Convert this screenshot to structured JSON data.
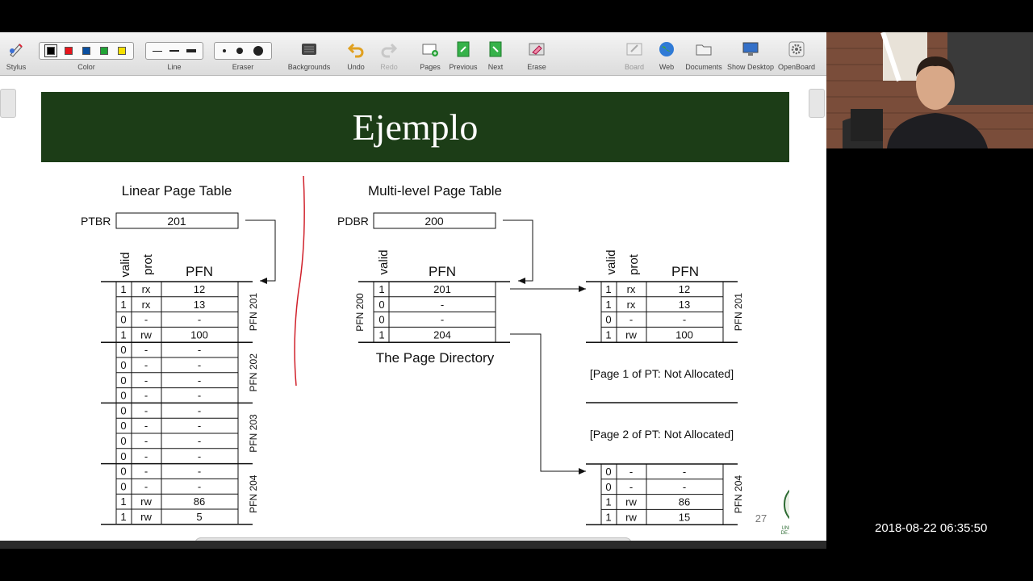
{
  "toolbar": {
    "stylus": "Stylus",
    "color": "Color",
    "line": "Line",
    "eraser": "Eraser",
    "backgrounds": "Backgrounds",
    "undo": "Undo",
    "redo": "Redo",
    "pages": "Pages",
    "previous": "Previous",
    "next": "Next",
    "erase": "Erase",
    "board": "Board",
    "web": "Web",
    "documents": "Documents",
    "show_desktop": "Show Desktop",
    "openboard": "OpenBoard",
    "colors": [
      "#000000",
      "#e8141b",
      "#0a4fa0",
      "#21a336",
      "#f5e000"
    ]
  },
  "slide": {
    "title": "Ejemplo",
    "page_number": "27",
    "logo_text": "UNIVERSIDAD DE ANTIOQUIA",
    "linear": {
      "heading": "Linear Page Table",
      "base_label": "PTBR",
      "base_value": "201",
      "col_valid": "valid",
      "col_prot": "prot",
      "col_pfn": "PFN",
      "groups": [
        {
          "label": "PFN 201",
          "rows": [
            [
              "1",
              "rx",
              "12"
            ],
            [
              "1",
              "rx",
              "13"
            ],
            [
              "0",
              "-",
              "-"
            ],
            [
              "1",
              "rw",
              "100"
            ]
          ]
        },
        {
          "label": "PFN 202",
          "rows": [
            [
              "0",
              "-",
              "-"
            ],
            [
              "0",
              "-",
              "-"
            ],
            [
              "0",
              "-",
              "-"
            ],
            [
              "0",
              "-",
              "-"
            ]
          ]
        },
        {
          "label": "PFN 203",
          "rows": [
            [
              "0",
              "-",
              "-"
            ],
            [
              "0",
              "-",
              "-"
            ],
            [
              "0",
              "-",
              "-"
            ],
            [
              "0",
              "-",
              "-"
            ]
          ]
        },
        {
          "label": "PFN 204",
          "rows": [
            [
              "0",
              "-",
              "-"
            ],
            [
              "0",
              "-",
              "-"
            ],
            [
              "1",
              "rw",
              "86"
            ],
            [
              "1",
              "rw",
              "5"
            ]
          ]
        }
      ]
    },
    "multilevel": {
      "heading": "Multi-level Page Table",
      "base_label": "PDBR",
      "base_value": "200",
      "dir_col_valid": "valid",
      "dir_col_pfn": "PFN",
      "dir_label": "PFN 200",
      "dir_rows": [
        [
          "1",
          "201"
        ],
        [
          "0",
          "-"
        ],
        [
          "0",
          "-"
        ],
        [
          "1",
          "204"
        ]
      ],
      "dir_caption": "The Page Directory",
      "pt_col_valid": "valid",
      "pt_col_prot": "prot",
      "pt_col_pfn": "PFN",
      "pt_page0_label": "PFN 201",
      "pt_page0_rows": [
        [
          "1",
          "rx",
          "12"
        ],
        [
          "1",
          "rx",
          "13"
        ],
        [
          "0",
          "-",
          "-"
        ],
        [
          "1",
          "rw",
          "100"
        ]
      ],
      "not_alloc_1": "[Page 1 of PT: Not Allocated]",
      "not_alloc_2": "[Page 2 of PT: Not Allocated]",
      "pt_page3_label": "PFN 204",
      "pt_page3_rows": [
        [
          "0",
          "-",
          "-"
        ],
        [
          "0",
          "-",
          "-"
        ],
        [
          "1",
          "rw",
          "86"
        ],
        [
          "1",
          "rw",
          "15"
        ]
      ]
    }
  },
  "timestamp": "2018-08-22 06:35:50"
}
